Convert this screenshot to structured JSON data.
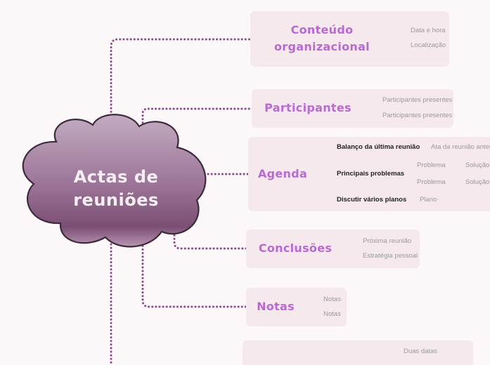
{
  "central": {
    "line1": "Actas de",
    "line2": "reuniões"
  },
  "topics": {
    "conteudo": {
      "line1": "Conteúdo",
      "line2": "organizacional",
      "items": [
        "Data e hora",
        "Localização"
      ]
    },
    "participantes": {
      "label": "Participantes",
      "items": [
        "Participantes presentes",
        "Participantes presentes"
      ]
    },
    "agenda": {
      "label": "Agenda",
      "items": [
        {
          "label": "Balanço da última reunião",
          "child": "Ata da reunião anterior"
        },
        {
          "label": "Principais problemas",
          "children": [
            {
              "label": "Problema",
              "child": "Solução"
            },
            {
              "label": "Problema",
              "child": "Solução"
            }
          ]
        },
        {
          "label": "Discutir vários planos",
          "child": "Plano"
        }
      ]
    },
    "conclusoes": {
      "label": "Conclusões",
      "items": [
        "Próxima reunião",
        "Estratégia pessoal"
      ]
    },
    "notas": {
      "label": "Notas",
      "items": [
        "Notas",
        "Notas"
      ]
    },
    "bottom": {
      "items": [
        "Duas datas"
      ]
    }
  },
  "colors": {
    "topic": "#b86ad0",
    "cloud_top": "#b9a0b7",
    "cloud_bottom": "#7a4c72",
    "connector": "#8c4a8a",
    "box": "#f5e9ee"
  }
}
